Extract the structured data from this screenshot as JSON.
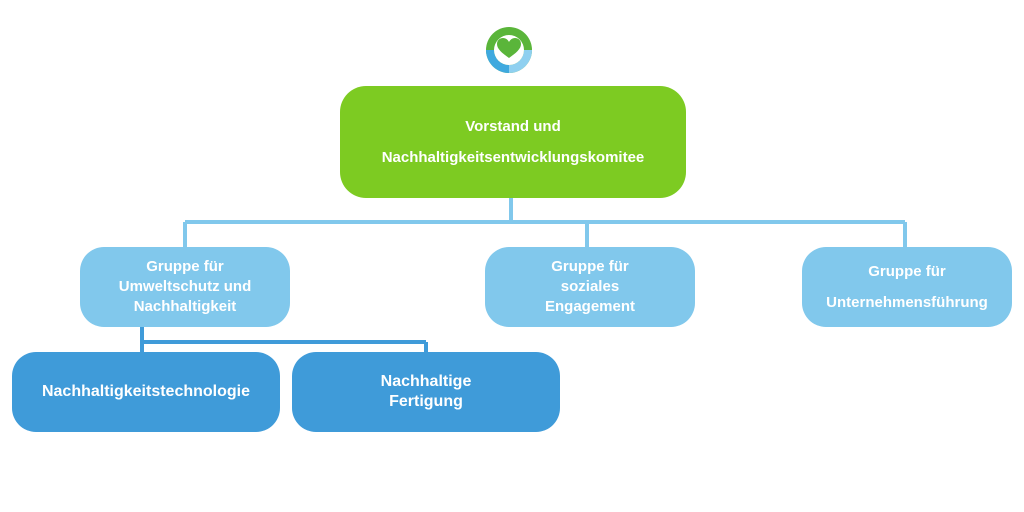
{
  "colors": {
    "root": "#7dcb22",
    "group": "#81c8ec",
    "sub": "#3f9bd9",
    "connector": "#81c8ec",
    "connector_sub": "#3f9bd9"
  },
  "logo": {
    "icon": "heart-circle-logo"
  },
  "nodes": {
    "root": "Vorstand und\nNachhaltigkeitsentwicklungskomitee",
    "env": "Gruppe für\nUmweltschutz und\nNachhaltigkeit",
    "soc": "Gruppe für\nsoziales\nEngagement",
    "gov": "Gruppe für\nUnternehmensführung",
    "tech": "Nachhaltigkeitstechnologie",
    "fert": "Nachhaltige\nFertigung"
  }
}
